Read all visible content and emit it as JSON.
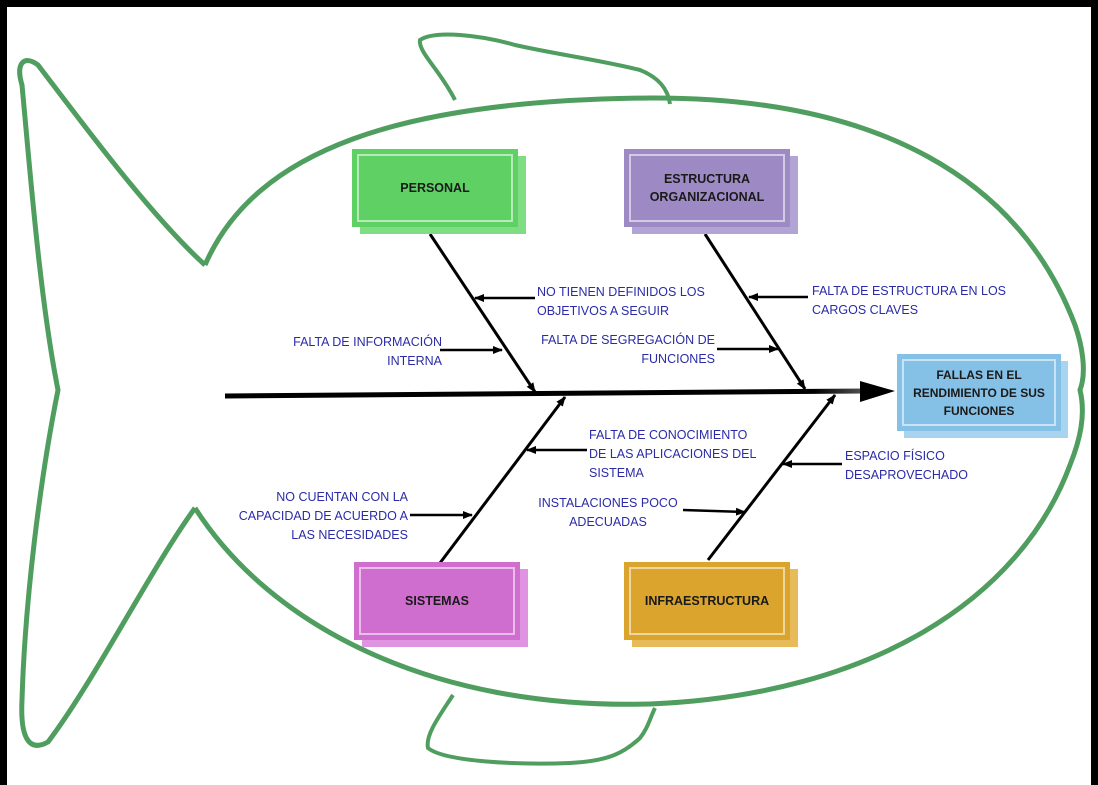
{
  "diagram": {
    "type": "ishikawa-fishbone",
    "effect": "FALLAS EN EL\nRENDIMIENTO DE SUS\nFUNCIONES",
    "categories": {
      "personal": "PERSONAL",
      "estructura": "ESTRUCTURA\nORGANIZACIONAL",
      "sistemas": "SISTEMAS",
      "infraestructura": "INFRAESTRUCTURA"
    },
    "causes": {
      "personal_1": "NO TIENEN DEFINIDOS LOS\nOBJETIVOS A SEGUIR",
      "personal_2": "FALTA DE INFORMACIÓN\nINTERNA",
      "estructura_1": "FALTA DE ESTRUCTURA EN LOS\nCARGOS CLAVES",
      "estructura_2": "FALTA DE SEGREGACIÓN DE\nFUNCIONES",
      "sistemas_1": "FALTA DE CONOCIMIENTO\nDE LAS APLICACIONES DEL\nSISTEMA",
      "sistemas_2": "NO CUENTAN CON LA\nCAPACIDAD DE ACUERDO A\nLAS NECESIDADES",
      "infra_1": "ESPACIO FÍSICO\nDESAPROVECHADO",
      "infra_2": "INSTALACIONES POCO\nADECUADAS"
    },
    "colors": {
      "outline": "#4f9e5f",
      "personal": "#5fd164",
      "estructura": "#9d8ac4",
      "sistemas": "#d06ed0",
      "infraestructura": "#dba42c",
      "effect": "#85c0e6",
      "cause_text": "#2b2ba8"
    }
  }
}
